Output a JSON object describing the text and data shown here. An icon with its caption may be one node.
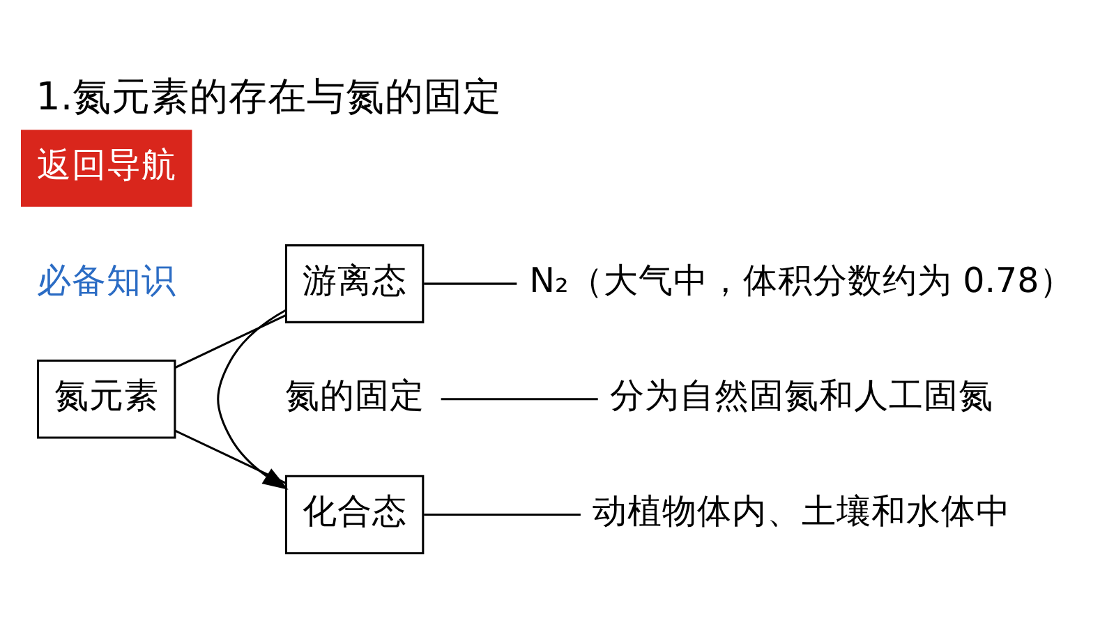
{
  "diagram": {
    "title": "1.氮元素的存在与氮的固定",
    "nodes": [
      {
        "text": [
          "氮元素"
        ]
      },
      {
        "text": [
          "游离态"
        ]
      },
      {
        "text": [
          "化合态"
        ]
      },
      {
        "text": [
          "N₂（大气中，体积分数约为 0.78）"
        ]
      },
      {
        "text": [
          "氮的固定"
        ]
      },
      {
        "text": [
          "分为自然固氮和人工固氮"
        ]
      },
      {
        "text": [
          "动植物体内、土壤和水体中"
        ]
      }
    ],
    "edges": [
      {
        "from": 0,
        "to": 1,
        "arrow": "none"
      },
      {
        "from": 0,
        "to": 2,
        "arrow": "none"
      },
      {
        "from": 1,
        "to": 3,
        "arrow": "none"
      },
      {
        "from": 1,
        "to": 2,
        "arrow": "to"
      },
      {
        "from": 4,
        "to": 5,
        "arrow": "none"
      },
      {
        "from": 2,
        "to": 6,
        "arrow": "none"
      }
    ],
    "labels": [
      "必备知识",
      "返回导航"
    ]
  }
}
